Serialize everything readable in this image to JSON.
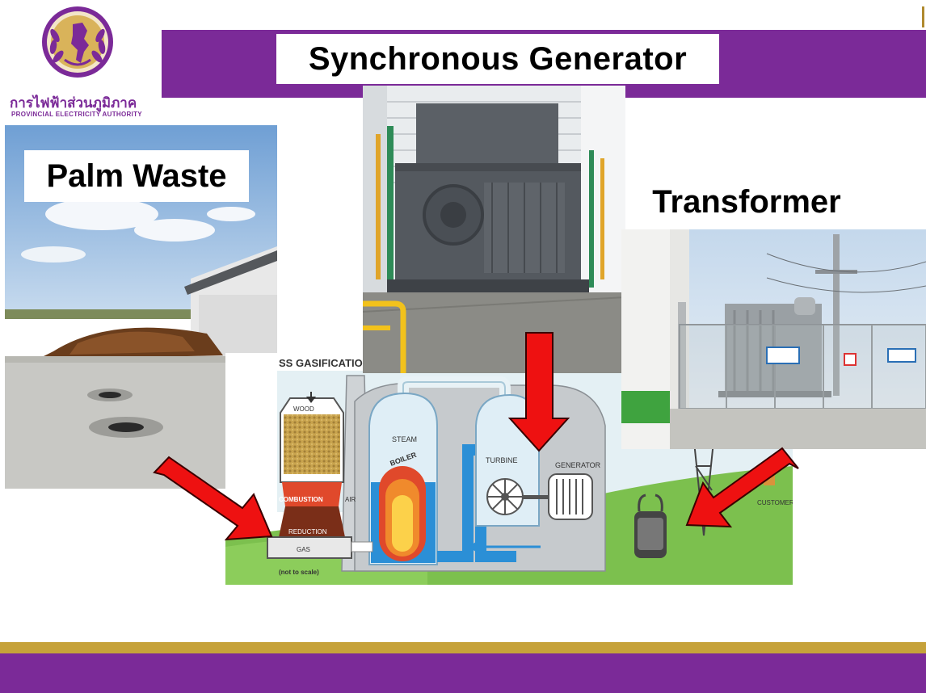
{
  "slide": {
    "title": "Synchronous Generator",
    "captions": {
      "palm_waste": "Palm Waste",
      "transformer": "Transformer"
    }
  },
  "logo": {
    "thai_name": "การไฟฟ้าส่วนภูมิภาค",
    "english_name": "PROVINCIAL ELECTRICITY AUTHORITY"
  },
  "diagram": {
    "header": "SS GASIFICATION",
    "labels": {
      "wood": "WOOD",
      "combustion": "COMBUSTION",
      "air": "AIR",
      "reduction": "REDUCTION",
      "gas": "GAS",
      "not_to_scale": "(not to scale)",
      "steam": "STEAM",
      "boiler": "BOILER",
      "turbine": "TURBINE",
      "generator": "GENERATOR",
      "customer": "CUSTOMER"
    }
  },
  "colors": {
    "brand_purple": "#7b2a98",
    "accent_gold": "#c6a23a",
    "arrow_red": "#ee1111"
  }
}
